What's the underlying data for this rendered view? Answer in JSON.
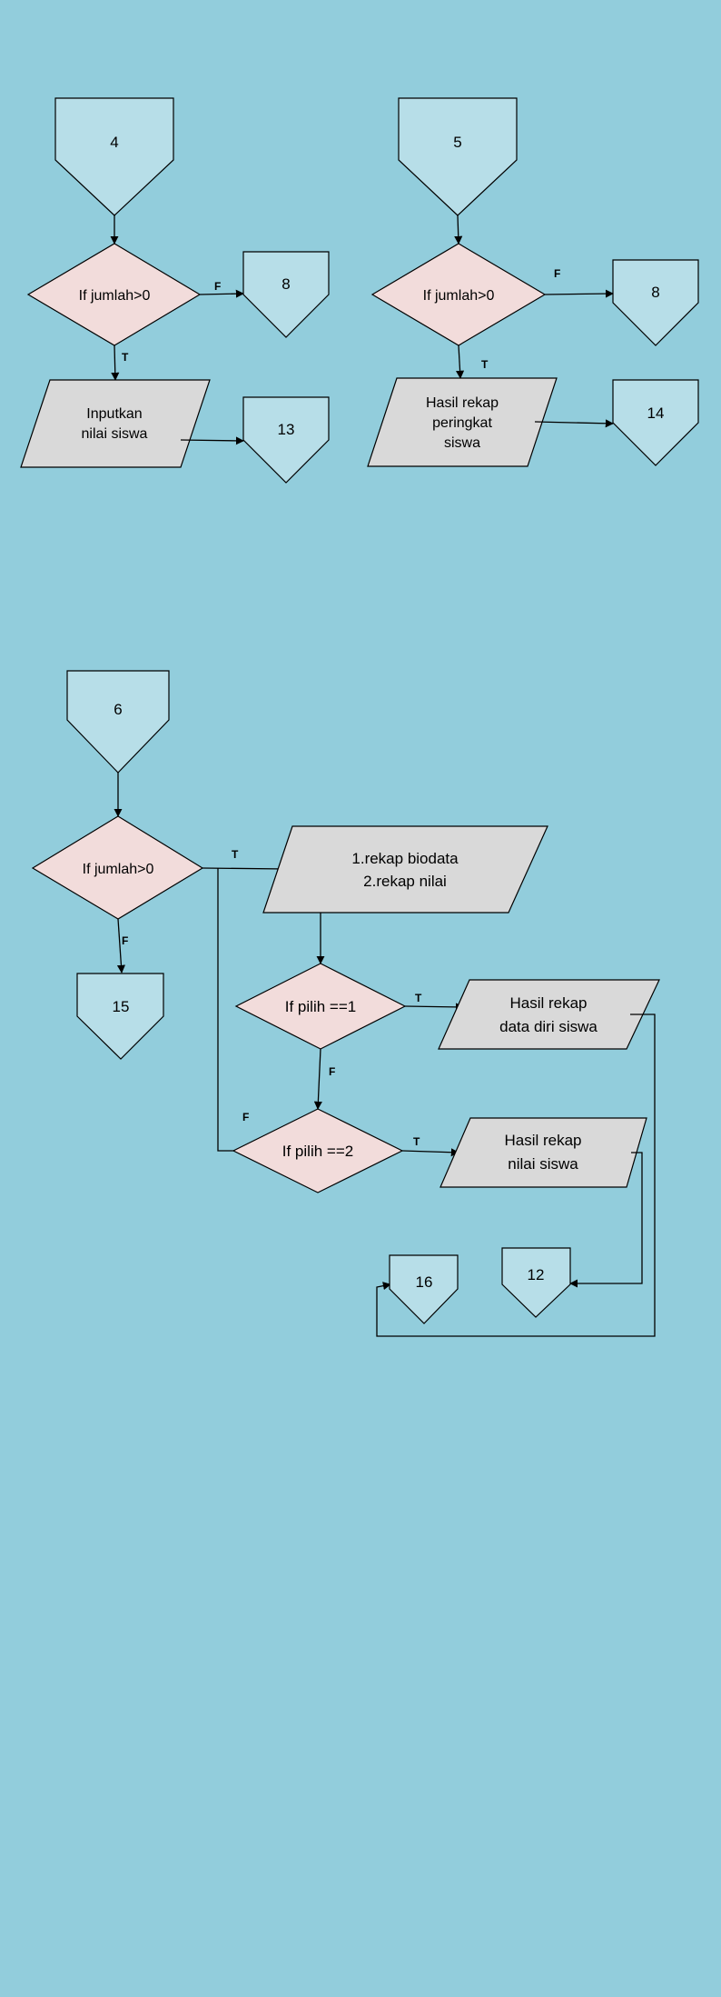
{
  "colors": {
    "background": "#92CDDC",
    "connector_fill": "#B7DEE8",
    "decision_fill": "#F2DCDB",
    "io_fill": "#D9D9D9",
    "stroke": "#000000"
  },
  "flow1": {
    "start": "4",
    "decision": "If jumlah>0",
    "false_label": "F",
    "false_target": "8",
    "true_label": "T",
    "io_line1": "Inputkan",
    "io_line2": "nilai siswa",
    "next_target": "13"
  },
  "flow2": {
    "start": "5",
    "decision": "If jumlah>0",
    "false_label": "F",
    "false_target": "8",
    "true_label": "T",
    "io_line1": "Hasil rekap",
    "io_line2": "peringkat",
    "io_line3": "siswa",
    "next_target": "14"
  },
  "flow3": {
    "start": "6",
    "decision": "If jumlah>0",
    "true_label": "T",
    "false_label": "F",
    "false_target": "15",
    "menu_line1": "1.rekap biodata",
    "menu_line2": "2.rekap nilai",
    "decision2": "If pilih ==1",
    "d2_true_label": "T",
    "d2_false_label": "F",
    "out1_line1": "Hasil rekap",
    "out1_line2": "data diri siswa",
    "decision3": "If pilih ==2",
    "d3_true_label": "T",
    "d3_false_label": "F",
    "out2_line1": "Hasil rekap",
    "out2_line2": "nilai siswa",
    "target_a": "16",
    "target_b": "12"
  }
}
